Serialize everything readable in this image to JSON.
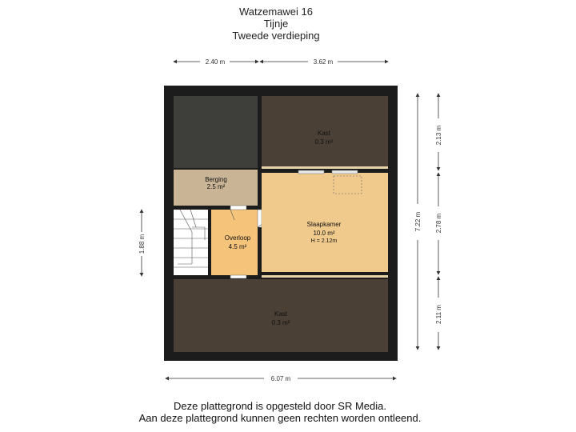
{
  "header": {
    "address": "Watzemawei 16",
    "city": "Tijnje",
    "floor": "Tweede verdieping"
  },
  "dimensions": {
    "top_left": "2.40 m",
    "top_right": "3.62 m",
    "bottom": "6.07 m",
    "left": "1.88 m",
    "right_total": "7.22 m",
    "right_top": "2.13 m",
    "right_mid": "2.78 m",
    "right_bottom": "2.11 m"
  },
  "rooms": {
    "kast_top": {
      "name": "Kast",
      "area": "0.3 m²"
    },
    "berging": {
      "name": "Berging",
      "area": "2.5 m²"
    },
    "overloop": {
      "name": "Overloop",
      "area": "4.5 m²"
    },
    "slaapkamer": {
      "name": "Slaapkamer",
      "area": "10.0 m²",
      "height": "H = 2.12m"
    },
    "kast_bottom": {
      "name": "Kast",
      "area": "0.3 m²"
    }
  },
  "colors": {
    "wall": "#1c1c1c",
    "dark_room": "#4a4035",
    "dark_room_left": "#3e3f3a",
    "berging": "#c9b496",
    "overloop": "#f5c47a",
    "slaapkamer": "#f0c98c"
  },
  "footer": {
    "line1": "Deze plattegrond is opgesteld door SR Media.",
    "line2": "Aan deze plattegrond kunnen geen rechten worden ontleend."
  }
}
